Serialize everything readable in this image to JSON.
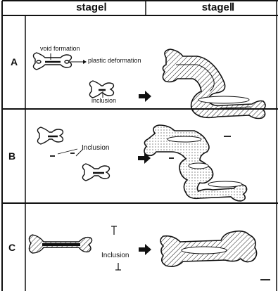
{
  "header": {
    "stage1": "stageⅠ",
    "stage2": "stageⅡ"
  },
  "rows": [
    {
      "label": "A",
      "annotations": {
        "void": "void formation",
        "plastic": "plastic deformation",
        "inclusion": "inclusion"
      }
    },
    {
      "label": "B",
      "annotations": {
        "inclusion": "Inclusion"
      }
    },
    {
      "label": "C",
      "annotations": {
        "inclusion": "Inclusion"
      }
    }
  ],
  "colors": {
    "line": "#111111",
    "background": "#ffffff"
  }
}
